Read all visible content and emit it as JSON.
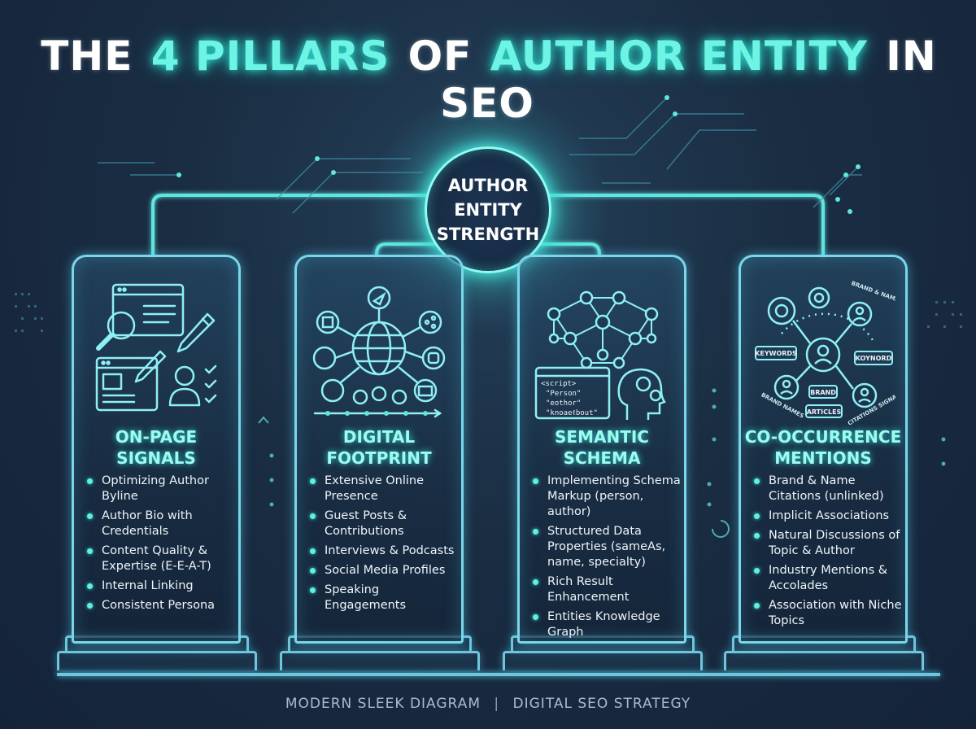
{
  "title": {
    "part1": "THE",
    "part2": "4 PILLARS",
    "part3": "OF",
    "part4": "AUTHOR ENTITY",
    "part5": "IN SEO"
  },
  "hub": {
    "line1": "AUTHOR",
    "line2": "ENTITY",
    "line3": "STRENGTH"
  },
  "pillars": [
    {
      "title_line1": "ON-PAGE",
      "title_line2": "SIGNALS",
      "icon": "document-search-edit-profile-icon",
      "items": [
        "Optimizing Author Byline",
        "Author Bio with Credentials",
        "Content Quality & Expertise (E-E-A-T)",
        "Internal Linking",
        "Consistent Persona"
      ]
    },
    {
      "title_line1": "DIGITAL",
      "title_line2": "FOOTPRINT",
      "icon": "globe-network-icon",
      "items": [
        "Extensive Online Presence",
        "Guest Posts & Contributions",
        "Interviews & Podcasts",
        "Social Media Profiles",
        "Speaking Engagements"
      ]
    },
    {
      "title_line1": "SEMANTIC",
      "title_line2": "SCHEMA",
      "icon": "knowledge-graph-code-icon",
      "code_lines": [
        "<script>",
        "\"Person\"",
        "\"eothor\"",
        "\"knoaeℓbout\""
      ],
      "items": [
        "Implementing Schema Markup (person, author)",
        "Structured Data Properties (sameAs, name, specialty)",
        "Rich Result Enhancement",
        "Entities Knowledge Graph"
      ]
    },
    {
      "title_line1": "CO-OCCURRENCE",
      "title_line2": "MENTIONS",
      "icon": "mentions-network-icon",
      "tags": [
        "BRAND & NAME",
        "KEYWORDS",
        "KOYNORD",
        "BRAND",
        "ARTICLES",
        "BRAND NAMES",
        "CITATIONS SIGNALS"
      ],
      "items": [
        "Brand & Name Citations (unlinked)",
        "Implicit Associations",
        "Natural Discussions of Topic & Author",
        "Industry Mentions & Accolades",
        "Association with Niche Topics"
      ]
    }
  ],
  "footer": {
    "left": "MODERN SLEEK DIAGRAM",
    "separator": "|",
    "right": "DIGITAL SEO STRATEGY"
  },
  "colors": {
    "accent": "#6ef4e4",
    "pillar_border": "#7ad6e8",
    "background": "#1a2d42"
  }
}
